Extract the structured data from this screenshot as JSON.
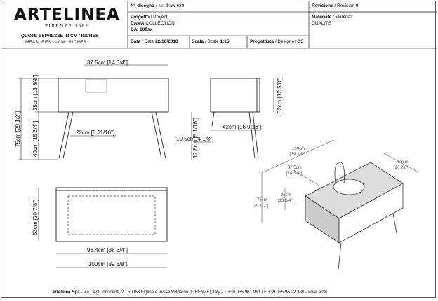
{
  "title_block": {
    "brand": "ARTELINEA",
    "brand_sub": "FIRENZE 1962",
    "units_it": "QUOTE ESPRESSE IN CM / INCHES",
    "units_en": "MEASURES IN CM / INCHES",
    "drawing_label": "N° disegno",
    "drawing_label_en": "/ Nr. draw",
    "drawing_no": "639",
    "project_label": "Progetto",
    "project_label_en": "/ Project",
    "collection": "DAMA",
    "collection_suffix": "COLLECTION",
    "model": "DAI 100sx",
    "date_label": "Data",
    "date_label_en": "/ Date",
    "date": "22/10/2018",
    "scale_label": "Scala",
    "scale_label_en": "/ Scale",
    "scale": "1:15",
    "designer_label": "Progettista",
    "designer_label_en": "/ Designer",
    "designer": "GS",
    "revision_label": "Revisione",
    "revision_label_en": "/ Revision",
    "revision": "0",
    "material_label": "Materiale",
    "material_label_en": "/ Material",
    "material": "DUALITE"
  },
  "dimensions": {
    "front_width": "37.5cm [14 3/4\"]",
    "front_height": "75cm [29 1/2\"]",
    "front_box": "35cm [13 3/4\"]",
    "front_legs": "40cm [15 3/4\"]",
    "front_leg_span": "22cm [8 11/16\"]",
    "side_box": "32cm [12 5/8\"]",
    "side_depth": "42cm [16 9/16\"]",
    "side_leg_h": "12.8cm [5 1/16\"]",
    "side_offset": "10.5cm [4 1/8\"]",
    "plan_depth": "53cm [20 7/8\"]",
    "plan_inner": "98.4cm [38 3/4\"]",
    "plan_width": "100cm [39 3/8\"]",
    "iso_width": "100cm",
    "iso_width_in": "[39 3/8\"]",
    "iso_depth": "53cm",
    "iso_depth_in": "[20 7/8\"]",
    "iso_basin": "37.5cm",
    "iso_basin_in": "[14 3/4\"]",
    "iso_box": "35cm",
    "iso_box_in": "[13 3/4\"]",
    "iso_height": "75cm",
    "iso_height_in": "[29 1/2\"]"
  },
  "footer": {
    "company": "Artelinea Spa",
    "address": "- via Degli Innocenti, 2 - 50063 Figline e Incisa Valdarno (FIRENZE),Italy - T +39 055 961 961 / F +39 055 96 22 380 - www.artel"
  }
}
